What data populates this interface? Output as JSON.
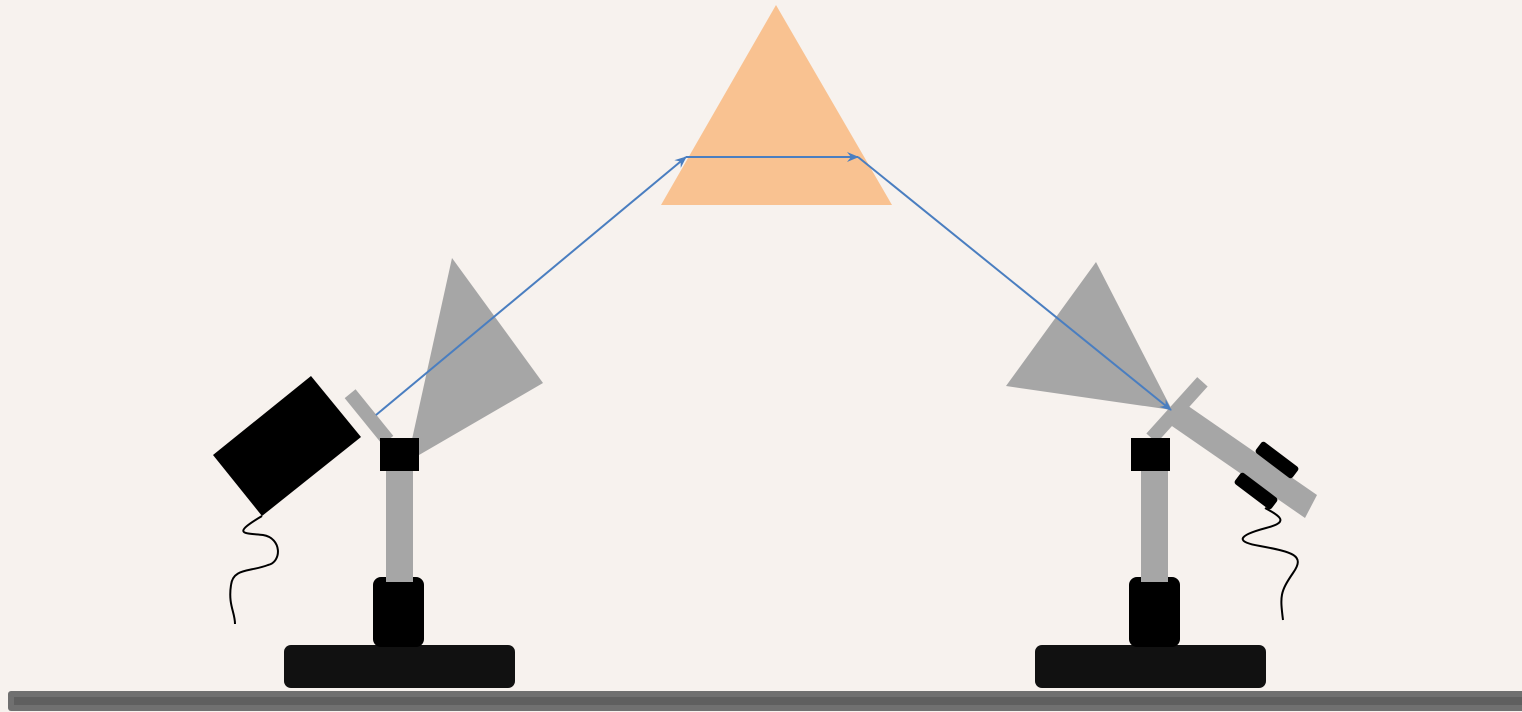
{
  "scene": {
    "background": "#f7f2ee",
    "colors": {
      "prism": "#f9c291",
      "horn": "#a6a6a6",
      "metal": "#a6a6a6",
      "device": "#000000",
      "base": "#111111",
      "rail": "#707070",
      "rail_highlight": "#5f5f5f",
      "ray": "#4a7ec0",
      "cable": "#000000"
    },
    "parts": {
      "prism": "prism",
      "beam": "ray",
      "transmitter": "transmitter-horn",
      "receiver": "receiver-horn"
    }
  }
}
